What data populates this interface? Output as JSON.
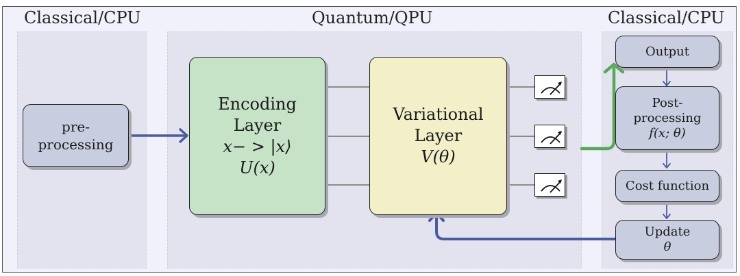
{
  "regions": {
    "left_title": "Classical/CPU",
    "middle_title": "Quantum/QPU",
    "right_title": "Classical/CPU"
  },
  "preprocessing": {
    "line1": "pre-",
    "line2": "processing"
  },
  "encoding": {
    "line1": "Encoding",
    "line2": "Layer",
    "line3": "x− > |x⟩",
    "line4": "U(x)"
  },
  "variational": {
    "line1": "Variational",
    "line2": "Layer",
    "line3": "V(θ)"
  },
  "output": {
    "label": "Output"
  },
  "postprocessing": {
    "line1": "Post-",
    "line2": "processing",
    "line3": "f(x; θ)"
  },
  "cost": {
    "label": "Cost function"
  },
  "update": {
    "line1": "Update",
    "line2": "θ"
  },
  "colors": {
    "classical_arrow": "#4a5b9e",
    "output_arrow": "#5aa65a",
    "encoding_fill": "#c6e3c8",
    "variational_fill": "#f2efc9",
    "classical_box_fill": "#c9cde0"
  },
  "icons": {
    "measurement": "measurement-meter-icon"
  }
}
